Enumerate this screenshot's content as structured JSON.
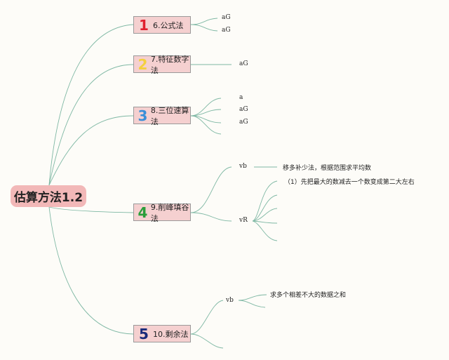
{
  "root": {
    "label": "估算方法1.2"
  },
  "branches": [
    {
      "num": "1",
      "num_color": "#e0202f",
      "label": "6.公式法",
      "leaves": [
        "aG",
        "aG"
      ]
    },
    {
      "num": "2",
      "num_color": "#f4d03f",
      "label": "7.特征数字法",
      "leaves": [
        "aG"
      ]
    },
    {
      "num": "3",
      "num_color": "#3a8fd8",
      "label": "8.三位速算法",
      "leaves": [
        "a",
        "aG",
        "aG"
      ]
    },
    {
      "num": "4",
      "num_color": "#2a9d3a",
      "label": "9.削峰填谷法",
      "leaves": [
        "vb",
        "vR"
      ],
      "vb_note": "移多补少法，根据范围求平均数",
      "vR_note": "（1）先把最大的数减去一个数变成第二大左右"
    },
    {
      "num": "5",
      "num_color": "#1a2a7a",
      "label": "10.剩余法",
      "leaves": [
        "vb"
      ],
      "vb_note": "求多个相差不大的数据之和"
    }
  ],
  "colors": {
    "line": "#7fb8a4",
    "box": "#f5d0d0",
    "root": "#f2b8b8"
  }
}
